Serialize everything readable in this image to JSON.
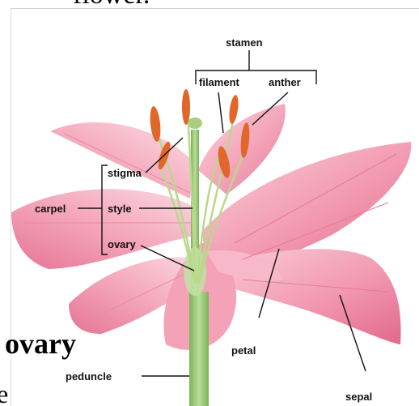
{
  "slide": {
    "title_fragment": "flower.",
    "overlay_word": "ovary",
    "corner_fragment": "e"
  },
  "labels": {
    "stamen": "stamen",
    "filament": "filament",
    "anther": "anther",
    "stigma": "stigma",
    "style": "style",
    "carpel": "carpel",
    "ovary": "ovary",
    "petal": "petal",
    "peduncle": "peduncle",
    "sepal": "sepal"
  },
  "colors": {
    "petal_light": "#f8c6d2",
    "petal_mid": "#ef8fa8",
    "petal_dark": "#d9557a",
    "stem": "#8ec46a",
    "anther": "#e0662a",
    "line": "#111111"
  }
}
